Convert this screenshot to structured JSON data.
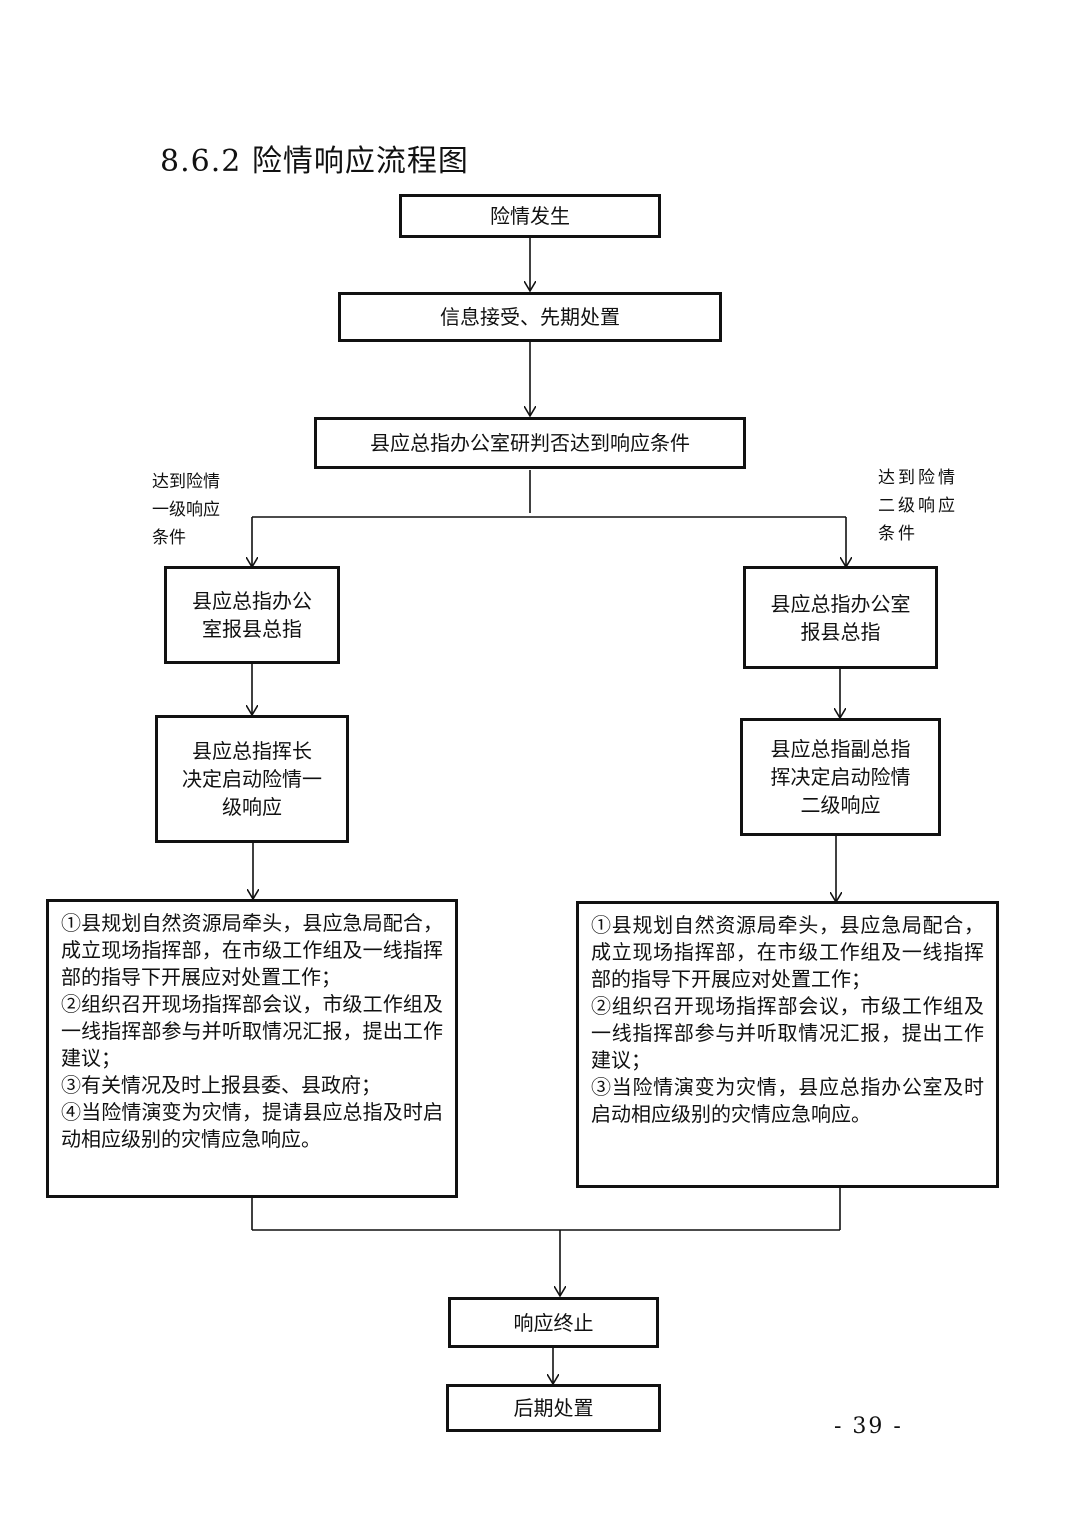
{
  "heading": "8.6.2 险情响应流程图",
  "nodes": {
    "start": "险情发生",
    "info": "信息接受、先期处置",
    "judge": "县应总指办公室研判否达到响应条件",
    "left_report": [
      "县应总指办公",
      "室报县总指"
    ],
    "right_report": [
      "县应总指办公室",
      "报县总指"
    ],
    "left_decide": [
      "县应总指挥长",
      "决定启动险情一",
      "级响应"
    ],
    "right_decide": [
      "县应总指副总指",
      "挥决定启动险情",
      "二级响应"
    ],
    "left_actions": [
      "①县规划自然资源局牵头，县应急局配合，成立现场指挥部，在市级工作组及一线指挥部的指导下开展应对处置工作；",
      "②组织召开现场指挥部会议，市级工作组及一线指挥部参与并听取情况汇报，提出工作建议；",
      "③有关情况及时上报县委、县政府；",
      "④当险情演变为灾情，提请县应总指及时启动相应级别的灾情应急响应。"
    ],
    "right_actions": [
      "①县规划自然资源局牵头，县应急局配合，成立现场指挥部，在市级工作组及一线指挥部的指导下开展应对处置工作；",
      "②组织召开现场指挥部会议，市级工作组及一线指挥部参与并听取情况汇报，提出工作建议；",
      "③当险情演变为灾情，县应总指办公室及时启动相应级别的灾情应急响应。"
    ],
    "end": "响应终止",
    "after": "后期处置"
  },
  "conditions": {
    "left": [
      "达到险情",
      "一级响应",
      "条件"
    ],
    "right": [
      "达到险情",
      "二级响应",
      "条件"
    ]
  },
  "page_number": "- 39 -"
}
